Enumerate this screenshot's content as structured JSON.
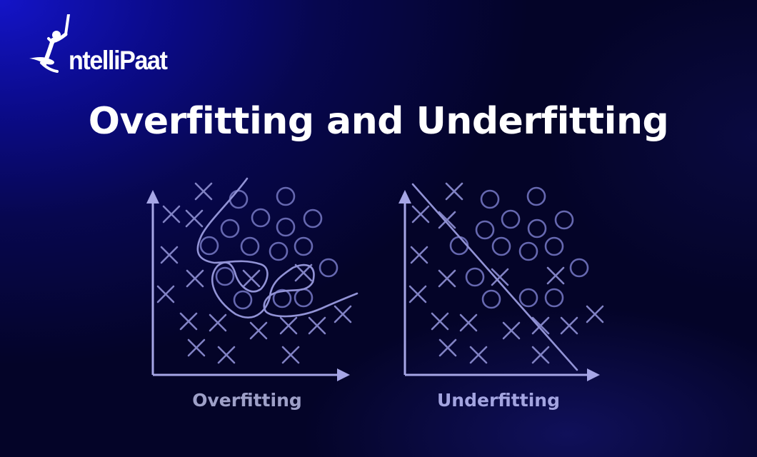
{
  "logo": {
    "text": "ntelliPaat",
    "icon": "person-jumping-icon"
  },
  "title": "Overfitting and Underfitting",
  "colors": {
    "background_top_left": "#1414c8",
    "background_dark": "#040428",
    "marker": "#8e8fd0",
    "circle": "#6668b0",
    "axis": "#a6a6e6",
    "boundary": "#9293d6"
  },
  "captions": {
    "left": "Overfitting",
    "right": "Underfitting"
  },
  "chart_data": [
    {
      "type": "scatter",
      "title": "Overfitting",
      "xlabel": "",
      "ylabel": "",
      "legend": [],
      "series": [
        {
          "name": "x-class",
          "marker": "x",
          "points": [
            [
              285,
              268
            ],
            [
              240,
              300
            ],
            [
              272,
              306
            ],
            [
              237,
              357
            ],
            [
              273,
              390
            ],
            [
              352,
              390
            ],
            [
              425,
              382
            ],
            [
              232,
              412
            ],
            [
              264,
              450
            ],
            [
              305,
              452
            ],
            [
              362,
              463
            ],
            [
              404,
              456
            ],
            [
              444,
              456
            ],
            [
              480,
              440
            ],
            [
              275,
              487
            ],
            [
              317,
              497
            ],
            [
              407,
              497
            ]
          ]
        },
        {
          "name": "o-class",
          "marker": "o",
          "points": [
            [
              334,
              279
            ],
            [
              400,
              275
            ],
            [
              365,
              305
            ],
            [
              438,
              306
            ],
            [
              322,
              320
            ],
            [
              400,
              318
            ],
            [
              293,
              344
            ],
            [
              350,
              345
            ],
            [
              390,
              352
            ],
            [
              425,
              345
            ],
            [
              315,
              387
            ],
            [
              460,
              375
            ],
            [
              340,
              420
            ],
            [
              395,
              418
            ],
            [
              425,
              417
            ]
          ]
        }
      ],
      "boundary": "wiggly curve enclosing individual points"
    },
    {
      "type": "scatter",
      "title": "Underfitting",
      "xlabel": "",
      "ylabel": "",
      "legend": [],
      "series": [
        {
          "name": "x-class",
          "marker": "x",
          "points": [
            [
              636,
              268
            ],
            [
              589,
              300
            ],
            [
              626,
              308
            ],
            [
              587,
              357
            ],
            [
              626,
              390
            ],
            [
              700,
              388
            ],
            [
              778,
              386
            ],
            [
              585,
              412
            ],
            [
              616,
              450
            ],
            [
              656,
              452
            ],
            [
              716,
              463
            ],
            [
              757,
              456
            ],
            [
              797,
              456
            ],
            [
              833,
              440
            ],
            [
              627,
              487
            ],
            [
              670,
              497
            ],
            [
              757,
              497
            ]
          ]
        },
        {
          "name": "o-class",
          "marker": "o",
          "points": [
            [
              686,
              279
            ],
            [
              751,
              275
            ],
            [
              715,
              307
            ],
            [
              790,
              308
            ],
            [
              679,
              322
            ],
            [
              752,
              320
            ],
            [
              643,
              344
            ],
            [
              702,
              345
            ],
            [
              740,
              352
            ],
            [
              776,
              345
            ],
            [
              665,
              388
            ],
            [
              811,
              375
            ],
            [
              688,
              419
            ],
            [
              740,
              417
            ],
            [
              776,
              417
            ]
          ]
        }
      ],
      "boundary": "straight diagonal line"
    }
  ]
}
